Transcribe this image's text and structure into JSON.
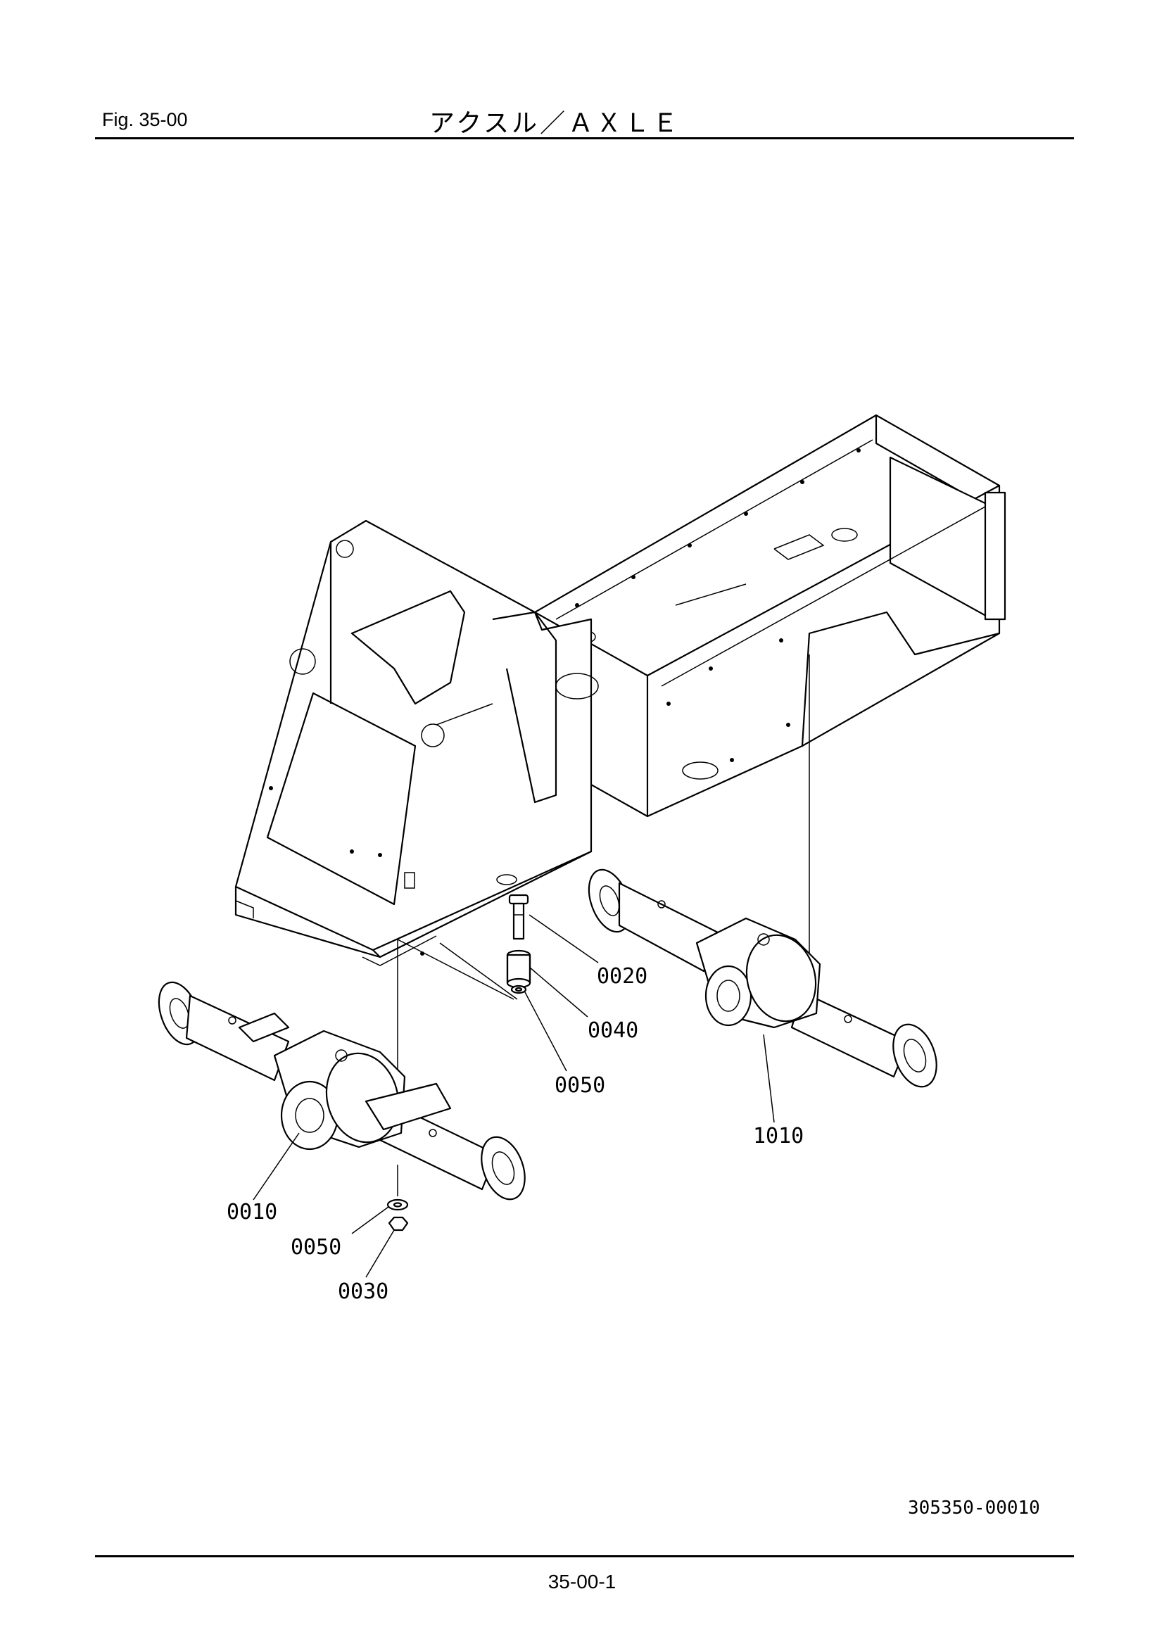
{
  "header": {
    "fig_label": "Fig. 35-00",
    "title": "アクスル／ＡＸＬＥ"
  },
  "footer": {
    "page_number": "35-00-1",
    "drawing_number": "305350-00010"
  },
  "callouts": [
    {
      "id": "0020",
      "label": "0020"
    },
    {
      "id": "0040",
      "label": "0040"
    },
    {
      "id": "0050a",
      "label": "0050"
    },
    {
      "id": "1010",
      "label": "1010"
    },
    {
      "id": "0010",
      "label": "0010"
    },
    {
      "id": "0050b",
      "label": "0050"
    },
    {
      "id": "0030",
      "label": "0030"
    }
  ]
}
